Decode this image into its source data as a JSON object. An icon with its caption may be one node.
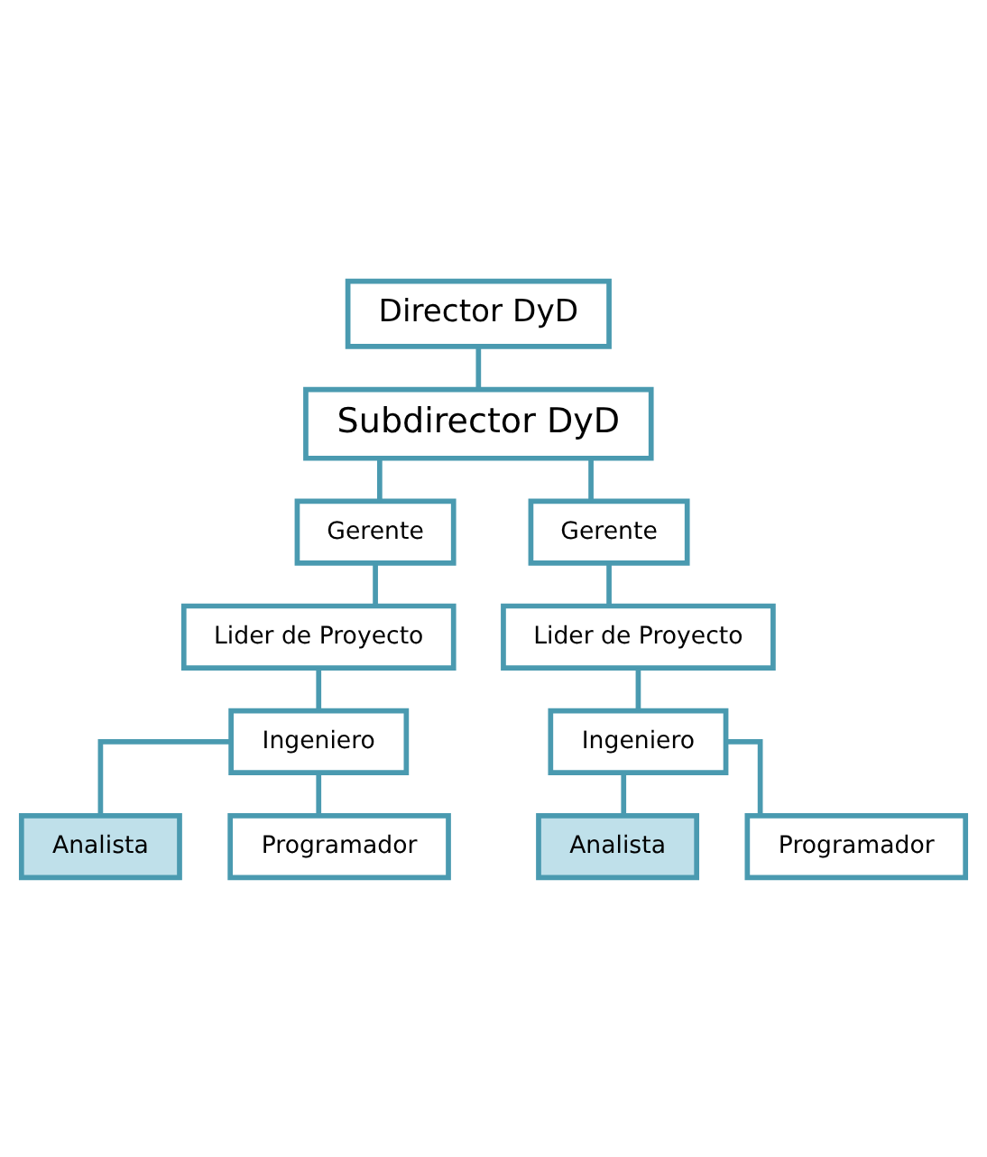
{
  "diagram": {
    "nodes": [
      {
        "text": [
          "Director DyD"
        ]
      },
      {
        "text": [
          "Subdirector DyD"
        ]
      },
      {
        "text": [
          "Gerente"
        ]
      },
      {
        "text": [
          "Lider de Proyecto"
        ]
      },
      {
        "text": [
          "Ingeniero"
        ]
      },
      {
        "text": [
          "Analista"
        ]
      },
      {
        "text": [
          "Programador"
        ]
      },
      {
        "text": [
          "Gerente"
        ]
      },
      {
        "text": [
          "Lider de Proyecto"
        ]
      },
      {
        "text": [
          "Ingeniero"
        ]
      },
      {
        "text": [
          "Analista"
        ]
      },
      {
        "text": [
          "Programador"
        ]
      }
    ],
    "edges": [
      {
        "from": 0,
        "to": 1,
        "arrow": "none"
      },
      {
        "from": 1,
        "to": 2,
        "arrow": "none"
      },
      {
        "from": 1,
        "to": 7,
        "arrow": "none"
      },
      {
        "from": 2,
        "to": 3,
        "arrow": "none"
      },
      {
        "from": 3,
        "to": 4,
        "arrow": "none"
      },
      {
        "from": 4,
        "to": 5,
        "arrow": "none"
      },
      {
        "from": 4,
        "to": 6,
        "arrow": "none"
      },
      {
        "from": 7,
        "to": 8,
        "arrow": "none"
      },
      {
        "from": 8,
        "to": 9,
        "arrow": "none"
      },
      {
        "from": 9,
        "to": 10,
        "arrow": "none"
      },
      {
        "from": 9,
        "to": 11,
        "arrow": "none"
      }
    ]
  }
}
